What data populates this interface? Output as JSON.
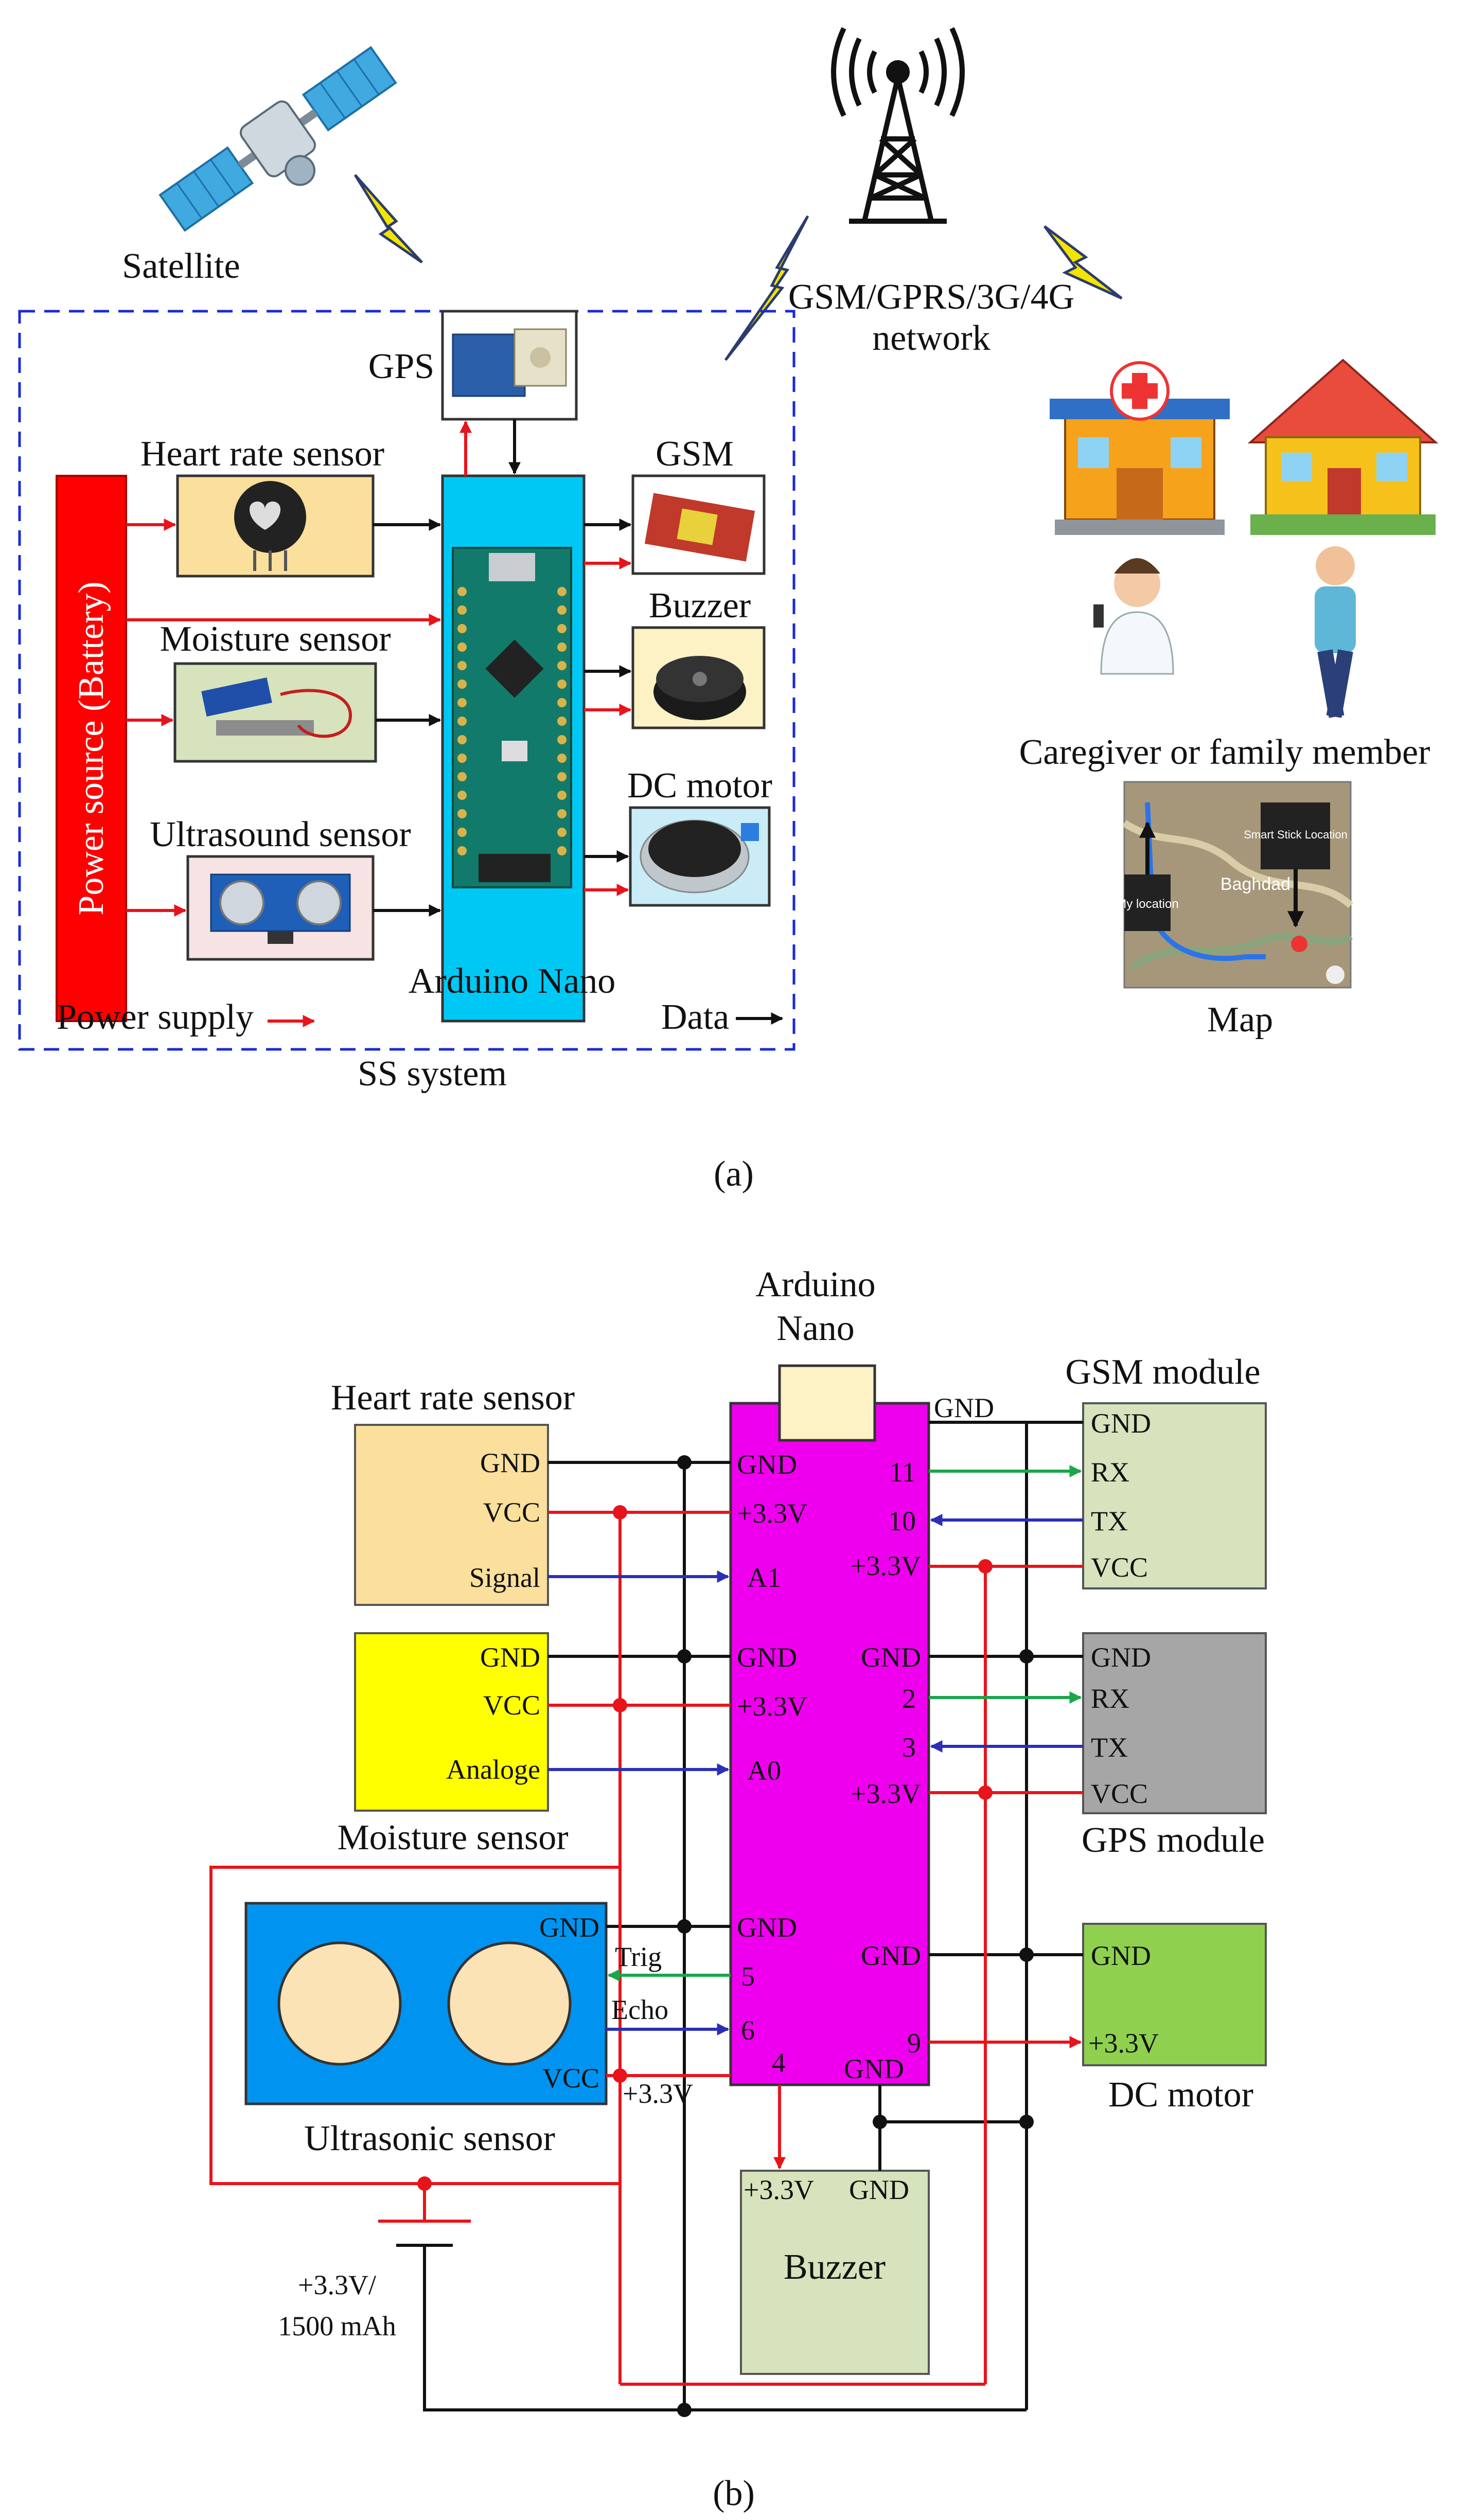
{
  "colors": {
    "power": "#e8141b",
    "data": "#111111",
    "rx_green": "#1aa64b",
    "tx_blue": "#2b2fb8",
    "nano_a": "#00c8f4",
    "nano_b": "#ee00ee",
    "battery": "#ff0000",
    "frame_blue": "#1a2ad8",
    "lightning": "#f4e400",
    "heart_box": "#fbdf9c",
    "moist_box": "#ffff00",
    "gps_box": "#a6a6a6",
    "motor_box": "#8fd14f",
    "green_box": "#d6e3bc",
    "ultra_box": "#0094f0"
  },
  "panel_a": {
    "satellite": "Satellite",
    "network_line1": "GSM/GPRS/3G/4G",
    "network_line2": "network",
    "gps": "GPS",
    "heart": "Heart rate sensor",
    "moisture": "Moisture sensor",
    "ultrasound": "Ultrasound sensor",
    "battery": "Power source (Battery)",
    "nano": "Arduino Nano",
    "gsm": "GSM",
    "buzzer": "Buzzer",
    "motor": "DC motor",
    "power_supply": "Power supply",
    "data": "Data",
    "ss_system": "SS system",
    "caregiver": "Caregiver or family member",
    "map_label": "Map",
    "map_smart": "Smart Stick Location",
    "map_my": "My location",
    "map_city": "Baghdad",
    "caption": "(a)"
  },
  "panel_b": {
    "nano_line1": "Arduino",
    "nano_line2": "Nano",
    "heart": {
      "title": "Heart rate sensor",
      "gnd": "GND",
      "vcc": "VCC",
      "sig": "Signal"
    },
    "moist": {
      "title": "Moisture sensor",
      "gnd": "GND",
      "vcc": "VCC",
      "sig": "Analoge"
    },
    "ultra": {
      "title": "Ultrasonic sensor",
      "gnd": "GND",
      "vcc": "VCC",
      "trig": "Trig",
      "echo": "Echo"
    },
    "nano_left": {
      "gnd1": "GND",
      "v1": "+3.3V",
      "a1": "A1",
      "gnd2": "GND",
      "v2": "+3.3V",
      "a0": "A0",
      "gnd3": "GND",
      "p5": "5",
      "p6": "6",
      "p4": "4",
      "gnd_bottom": "GND",
      "v_out": "+3.3V"
    },
    "nano_right": {
      "gnd_top": "GND",
      "p11": "11",
      "p10": "10",
      "v1": "+3.3V",
      "gnd2": "GND",
      "p2": "2",
      "p3": "3",
      "v2": "+3.3V",
      "gnd3": "GND",
      "p9": "9"
    },
    "gsm": {
      "title": "GSM module",
      "gnd": "GND",
      "rx": "RX",
      "tx": "TX",
      "vcc": "VCC"
    },
    "gps": {
      "title": "GPS module",
      "gnd": "GND",
      "rx": "RX",
      "tx": "TX",
      "vcc": "VCC"
    },
    "motor": {
      "title": "DC motor",
      "gnd": "GND",
      "v": "+3.3V"
    },
    "buzzer": {
      "title": "Buzzer",
      "v": "+3.3V",
      "gnd": "GND"
    },
    "battery_line1": "+3.3V/",
    "battery_line2": "1500 mAh",
    "caption": "(b)"
  }
}
